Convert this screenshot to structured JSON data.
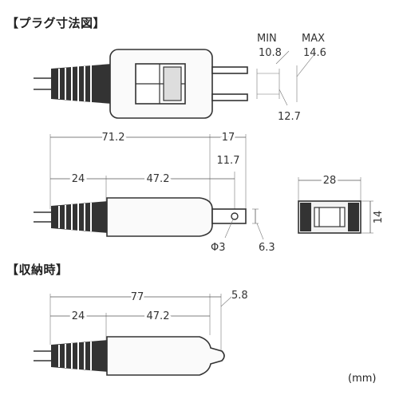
{
  "sections": {
    "plug_title": "【プラグ寸法図】",
    "stowed_title": "【収納時】"
  },
  "unit": "(mm)",
  "plug_front": {
    "min_label": "MIN",
    "min_value": "10.8",
    "max_label": "MAX",
    "max_value": "14.6",
    "blade_gap": "12.7"
  },
  "plug_side": {
    "total_length": "71.2",
    "blade_length": "17",
    "cord_section": "24",
    "body_section": "47.2",
    "blade_end": "11.7",
    "hole_diameter": "Φ3",
    "blade_width": "6.3"
  },
  "plug_end": {
    "width": "28",
    "height": "14"
  },
  "stowed": {
    "total_length": "77",
    "tip_length": "5.8",
    "cord_section": "24",
    "body_section": "47.2"
  }
}
